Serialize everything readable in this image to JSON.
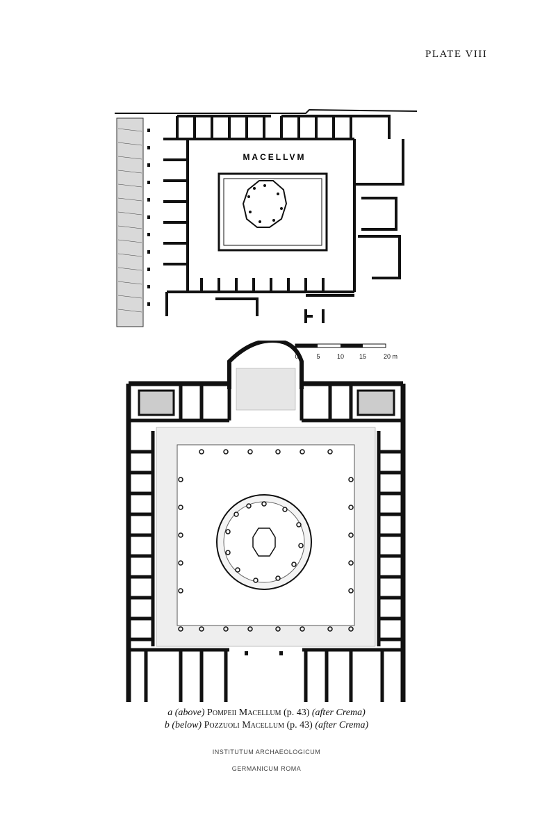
{
  "plate": {
    "label": "PLATE VIII"
  },
  "plan_a": {
    "title": "MACELLVM"
  },
  "plan_b": {
    "scale_labels": [
      "0",
      "5",
      "10",
      "15",
      "20 m"
    ]
  },
  "captions": {
    "line1": {
      "prefix": "a",
      "position": "(above)",
      "site": "Pompeii Macellum",
      "page": "(p. 43)",
      "source": "(after Crema)"
    },
    "line2": {
      "prefix": "b",
      "position": "(below)",
      "site": "Pozzuoli Macellum",
      "page": "(p. 43)",
      "source": "(after Crema)"
    }
  },
  "stamp": {
    "line1": "INSTITUTUM ARCHAEOLOGICUM",
    "line2": "GERMANICUM ROMA"
  }
}
